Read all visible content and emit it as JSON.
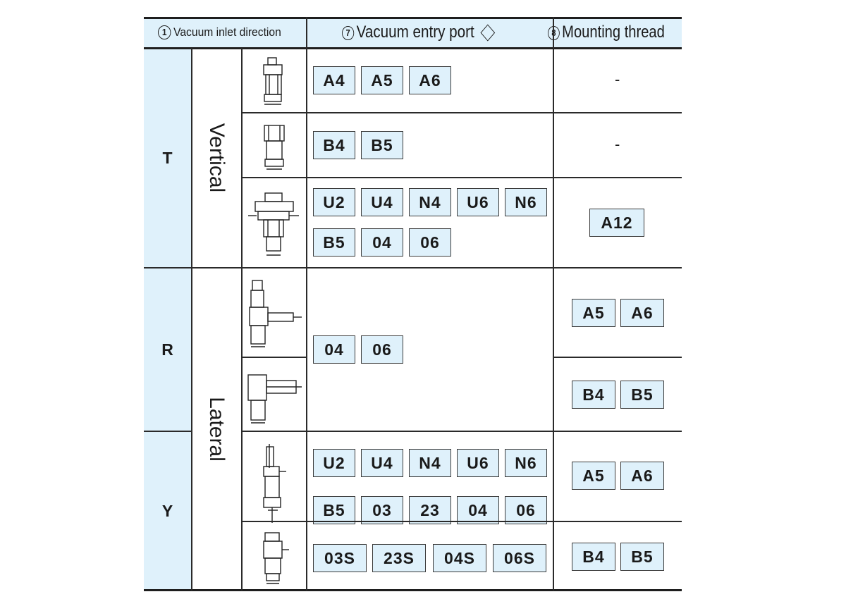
{
  "headers": {
    "col1": {
      "num": "1",
      "label": "Vacuum inlet direction"
    },
    "col7": {
      "num": "7",
      "label": "Vacuum entry port"
    },
    "col8": {
      "num": "8",
      "label": "Mounting thread"
    }
  },
  "directions": {
    "T": "T",
    "R": "R",
    "Y": "Y",
    "vertical": "Vertical",
    "lateral": "Lateral"
  },
  "rows": [
    {
      "entry": [
        "A4",
        "A5",
        "A6"
      ],
      "thread": "-"
    },
    {
      "entry": [
        "B4",
        "B5"
      ],
      "thread": "-"
    },
    {
      "entry": [
        "U2",
        "U4",
        "N4",
        "U6",
        "N6",
        "B5",
        "04",
        "06"
      ],
      "thread": [
        "A12"
      ]
    },
    {
      "entry": [
        "04",
        "06"
      ],
      "thread": [
        "A5",
        "A6"
      ]
    },
    {
      "thread": [
        "B4",
        "B5"
      ]
    },
    {
      "entry": [
        "U2",
        "U4",
        "N4",
        "U6",
        "N6",
        "B5",
        "03",
        "23",
        "04",
        "06"
      ],
      "thread": [
        "A5",
        "A6"
      ]
    },
    {
      "entry": [
        "03S",
        "23S",
        "04S",
        "06S"
      ],
      "thread": [
        "B4",
        "B5"
      ]
    }
  ],
  "colors": {
    "header_bg": "#dff1fb",
    "code_bg": "#dff1fb",
    "line": "#2a2a2a"
  }
}
